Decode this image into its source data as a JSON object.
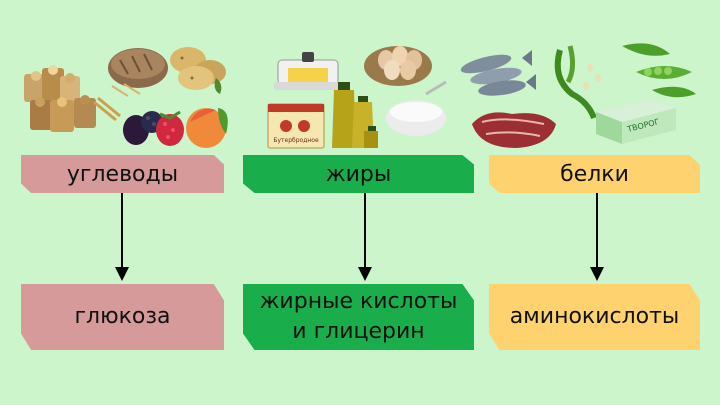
{
  "categories": [
    {
      "id": "carbs",
      "name": "углеводы",
      "product": "глюкоза",
      "color": "#d69a9a",
      "images": [
        "grains-sacks",
        "bread-loaf",
        "potatoes",
        "raspberry",
        "blackberry",
        "peach"
      ]
    },
    {
      "id": "fats",
      "name": "жиры",
      "product_lines": [
        "жирные кислоты",
        "и глицерин"
      ],
      "color": "#1aad4b",
      "images": [
        "butter-dish",
        "butter-pack",
        "eggs-basket",
        "oil-bottles",
        "sour-cream-bowl"
      ]
    },
    {
      "id": "proteins",
      "name": "белки",
      "product": "аминокислоты",
      "color": "#fed26f",
      "images": [
        "fish",
        "beans-pods",
        "peas",
        "meat",
        "cottage-cheese-pack"
      ]
    }
  ],
  "package_labels": {
    "butter_pack": "Бутербродное",
    "cottage_cheese": "ТВОРОГ"
  },
  "background": "#ccf5cc"
}
